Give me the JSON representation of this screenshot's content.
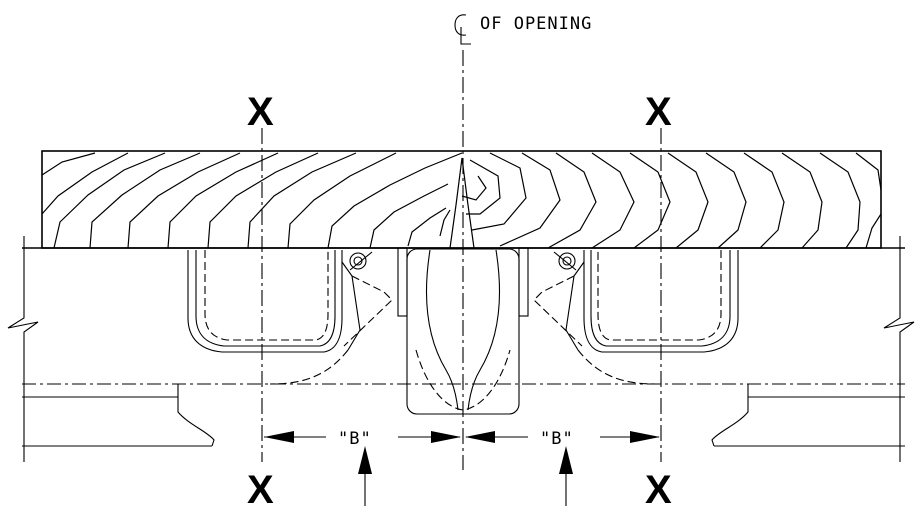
{
  "centerline_label": "OF OPENING",
  "section_marks": {
    "left_top": "X",
    "right_top": "X",
    "left_bottom": "X",
    "right_bottom": "X"
  },
  "dimension_labels": {
    "left": "\"B\"",
    "right": "\"B\""
  }
}
